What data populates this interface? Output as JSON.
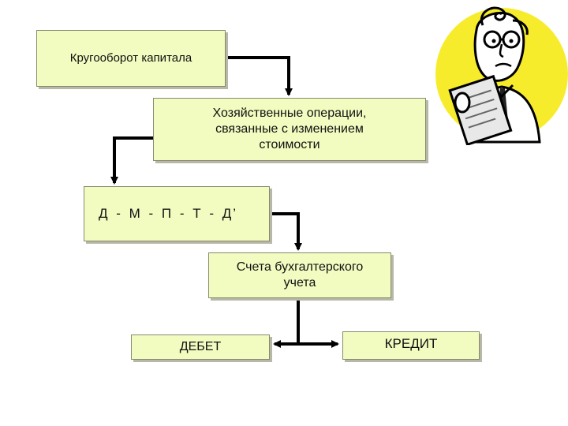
{
  "diagram": {
    "nodes": {
      "capital": "Кругооборот капитала",
      "operations": "Хозяйственные операции,\nсвязанные с изменением\nстоимости",
      "cycle": "Д - М - П - Т - Д’",
      "accounts": "Счета бухгалтерского\nучета",
      "debit": "ДЕБЕТ",
      "credit": "КРЕДИТ"
    },
    "edges": [
      {
        "from": "capital",
        "to": "operations"
      },
      {
        "from": "operations",
        "to": "cycle"
      },
      {
        "from": "cycle",
        "to": "accounts"
      },
      {
        "from": "accounts",
        "to": "debit"
      },
      {
        "from": "accounts",
        "to": "credit"
      }
    ]
  },
  "colors": {
    "box_fill": "#f2fbc0",
    "illustration_background": "#f7ec2c",
    "arrow": "#000000"
  },
  "illustration": "cartoon-professor-with-clipboard"
}
